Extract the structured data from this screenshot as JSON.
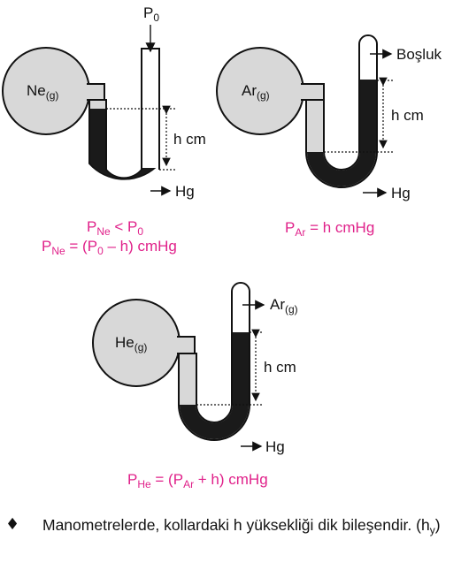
{
  "manometer_ne": {
    "gas": "Ne",
    "gas_state": "(g)",
    "top_label": "P",
    "top_sub": "0",
    "height_label": "h cm",
    "mercury_label": "Hg",
    "caption1": {
      "p": "P",
      "psub": "Ne",
      "rel": " < P",
      "rsub": "0"
    },
    "caption2": {
      "p": "P",
      "psub": "Ne",
      "a": " = (P",
      "asub": "0",
      "b": " – h) cmHg"
    }
  },
  "manometer_ar": {
    "gas": "Ar",
    "gas_state": "(g)",
    "top_label": "Boşluk",
    "height_label": "h cm",
    "mercury_label": "Hg",
    "caption": {
      "p": "P",
      "psub": "Ar",
      "rest": " = h cmHg"
    }
  },
  "manometer_he": {
    "gas": "He",
    "gas_state": "(g)",
    "top_label": "Ar",
    "top_state": "(g)",
    "height_label": "h cm",
    "mercury_label": "Hg",
    "caption": {
      "p": "P",
      "psub": "He",
      "a": " = (P",
      "asub": "Ar",
      "b": " + h) cmHg"
    }
  },
  "note": {
    "bullet": "♦",
    "text": "Manometrelerde, kollardaki h yüksekliği dik bileşendir. (h",
    "sub": "y",
    "end": ")"
  },
  "colors": {
    "accent": "#e0218a",
    "mercury": "#1a1a1a",
    "tube": "#d8d8d8",
    "bulb": "#d8d8d8"
  }
}
